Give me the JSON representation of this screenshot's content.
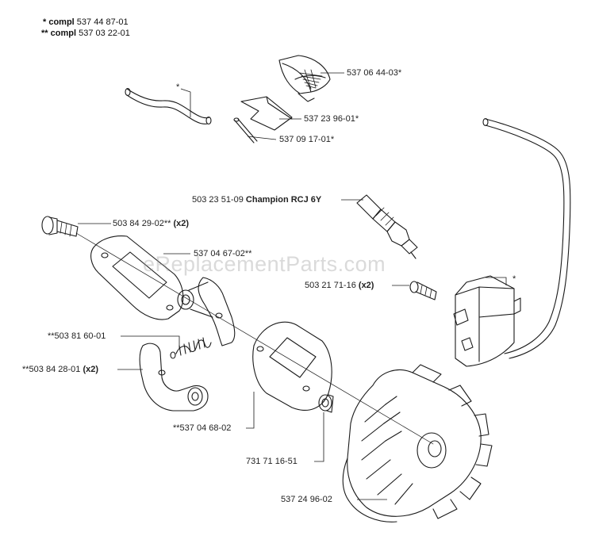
{
  "notes": [
    {
      "mark": "* compl",
      "number": "537 44 87-01"
    },
    {
      "mark": "** compl",
      "number": "537 03 22-01"
    }
  ],
  "watermark": "eReplacementParts.com",
  "parts": [
    {
      "id": "shield",
      "label": "537 06 44-03*"
    },
    {
      "id": "hose_mark",
      "label": "*"
    },
    {
      "id": "plate",
      "label": "537 23 96-01*"
    },
    {
      "id": "pin",
      "label": "537 09 17-01*"
    },
    {
      "id": "spark_plug",
      "label": "503 23 51-09",
      "bold": "Champion RCJ 6Y"
    },
    {
      "id": "clutch_bolt",
      "label": "503 84 29-02**",
      "bold": "(x2)"
    },
    {
      "id": "washer_plate_top",
      "label": "537 04 67-02**"
    },
    {
      "id": "ignition_screw",
      "label": "503 21 71-16",
      "bold": "(x2)"
    },
    {
      "id": "ignition_mark",
      "label": "*"
    },
    {
      "id": "spring",
      "label": "**503 81 60-01"
    },
    {
      "id": "shoe",
      "label": "**503 84 28-01",
      "bold": "(x2)"
    },
    {
      "id": "washer_plate_bottom",
      "label": "**537 04 68-02"
    },
    {
      "id": "nut",
      "label": "731 71 16-51"
    },
    {
      "id": "flywheel",
      "label": "537 24 96-02"
    }
  ],
  "colors": {
    "line": "#1a1a1a",
    "text": "#222222",
    "watermark": "#999999"
  }
}
